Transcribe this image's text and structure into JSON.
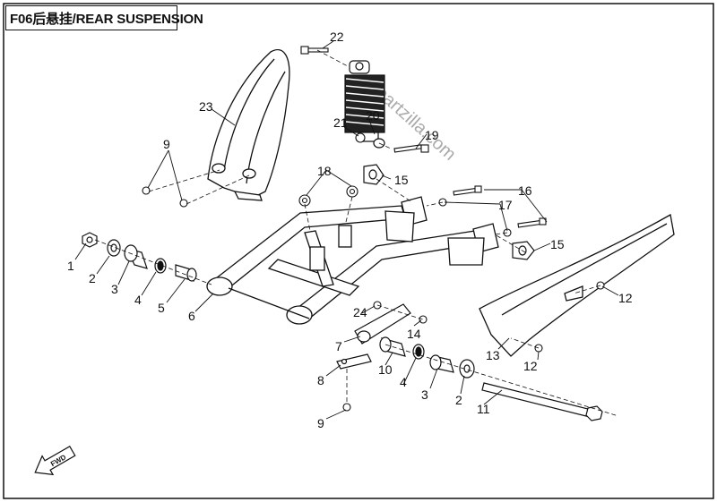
{
  "title": "F06后悬挂/REAR SUSPENSION",
  "watermark": "partzilla.com",
  "direction_arrow_label": "FWD",
  "callouts": {
    "c1": "1",
    "c2a": "2",
    "c3a": "3",
    "c4a": "4",
    "c5": "5",
    "c6": "6",
    "c7": "7",
    "c8": "8",
    "c9a": "9",
    "c9b": "9",
    "c10": "10",
    "c11": "11",
    "c12a": "12",
    "c12b": "12",
    "c13": "13",
    "c14": "14",
    "c15a": "15",
    "c15b": "15",
    "c16": "16",
    "c17": "17",
    "c18": "18",
    "c19": "19",
    "c20": "20",
    "c21": "21",
    "c22": "22",
    "c23": "23",
    "c24": "24",
    "c2b": "2",
    "c3b": "3",
    "c4b": "4"
  }
}
